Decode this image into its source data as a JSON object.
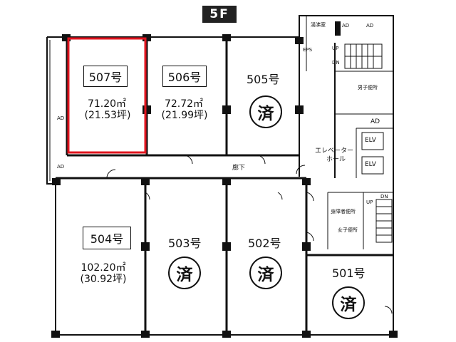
{
  "floor_label": "5F",
  "units": [
    {
      "id": "507",
      "label": "507号",
      "area_m2": "71.20㎡",
      "area_tsubo": "(21.53坪)",
      "highlighted": true
    },
    {
      "id": "506",
      "label": "506号",
      "area_m2": "72.72㎡",
      "area_tsubo": "(21.99坪)"
    },
    {
      "id": "505",
      "label": "505号",
      "status": "済"
    },
    {
      "id": "504",
      "label": "504号",
      "area_m2": "102.20㎡",
      "area_tsubo": "(30.92坪)"
    },
    {
      "id": "503",
      "label": "503号",
      "status": "済"
    },
    {
      "id": "502",
      "label": "502号",
      "status": "済"
    },
    {
      "id": "501",
      "label": "501号",
      "status": "済"
    }
  ],
  "labels": {
    "corridor": "廊下",
    "elevator_hall_1": "エレベーター",
    "elevator_hall_2": "ホール",
    "elv_1": "ELV",
    "elv_2": "ELV",
    "ad_1": "AD",
    "ad_2": "AD",
    "ad_3": "AD",
    "ad_4": "AD",
    "ad_5": "AD",
    "eps": "EPS",
    "up_1": "UP",
    "dn_1": "DN",
    "up_2": "UP",
    "dn_2": "DN",
    "mens_toilet": "男子便所",
    "top_room": "湯沸室",
    "womens_toilet": "女子便所",
    "womens_toilet_2": "身障者便所"
  },
  "colors": {
    "wall": "#111111",
    "highlight": "#e0141e"
  }
}
